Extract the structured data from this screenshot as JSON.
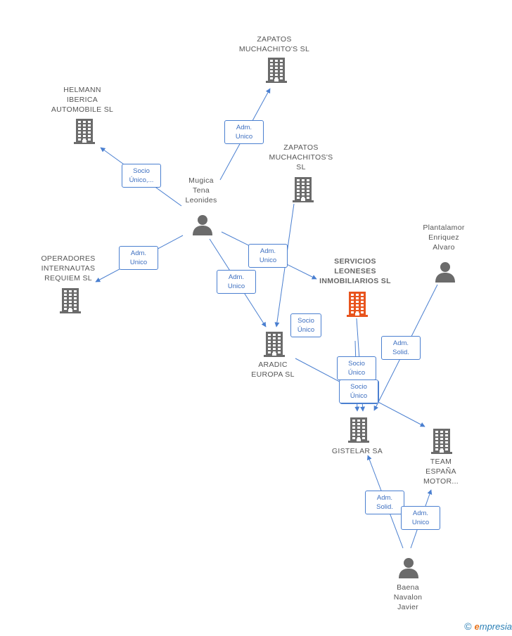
{
  "nodes": [
    {
      "id": "zapatos1",
      "type": "company",
      "label": "ZAPATOS\nMUCHACHITO'S SL"
    },
    {
      "id": "helmann",
      "type": "company",
      "label": "HELMANN\nIBERICA\nAUTOMOBILE SL"
    },
    {
      "id": "zapatos2",
      "type": "company",
      "label": "ZAPATOS\nMUCHACHITOS'S\nSL"
    },
    {
      "id": "mugica",
      "type": "person",
      "label": "Mugica\nTena\nLeonides"
    },
    {
      "id": "plantalamor",
      "type": "person",
      "label": "Plantalamor\nEnriquez\nAlvaro"
    },
    {
      "id": "operadores",
      "type": "company",
      "label": "OPERADORES\nINTERNAUTAS\nREQUIEM SL"
    },
    {
      "id": "servicios",
      "type": "company",
      "main": true,
      "label": "SERVICIOS\nLEONESES\nINMOBILIARIOS SL"
    },
    {
      "id": "aradic",
      "type": "company",
      "label": "ARADIC\nEUROPA SL"
    },
    {
      "id": "gistelar",
      "type": "company",
      "label": "GISTELAR SA"
    },
    {
      "id": "team",
      "type": "company",
      "label": "TEAM\nESPAÑA\nMOTOR..."
    },
    {
      "id": "baena",
      "type": "person",
      "label": "Baena\nNavalon\nJavier"
    }
  ],
  "edges": [
    {
      "from": "mugica",
      "to": "zapatos1",
      "label": "Adm.\nUnico"
    },
    {
      "from": "mugica",
      "to": "helmann",
      "label": "Socio\nÚnico,..."
    },
    {
      "from": "mugica",
      "to": "operadores",
      "label": "Adm.\nUnico"
    },
    {
      "from": "mugica",
      "to": "aradic",
      "label": "Adm.\nUnico"
    },
    {
      "from": "mugica",
      "to": "servicios",
      "label": "Adm.\nUnico"
    },
    {
      "from": "zapatos2",
      "to": "aradic",
      "label": "Socio\nÚnico"
    },
    {
      "from": "aradic",
      "to": "team",
      "label": "Socio\nÚnico"
    },
    {
      "from": "servicios",
      "to": "gistelar",
      "label": "Socio\nÚnico"
    },
    {
      "from": "aradic",
      "to": "gistelar",
      "label": "Socio\nÚnico"
    },
    {
      "from": "plantalamor",
      "to": "gistelar",
      "label": "Adm.\nSolid."
    },
    {
      "from": "baena",
      "to": "gistelar",
      "label": "Adm.\nSolid."
    },
    {
      "from": "baena",
      "to": "team",
      "label": "Adm.\nUnico"
    }
  ],
  "colors": {
    "edge": "#4a7fd0",
    "company": "#6b6b6b",
    "main": "#e8541e",
    "person": "#6b6b6b",
    "text": "#555555"
  },
  "footer": {
    "copyright": "©",
    "brand_e": "e",
    "brand_rest": "mpresia"
  }
}
